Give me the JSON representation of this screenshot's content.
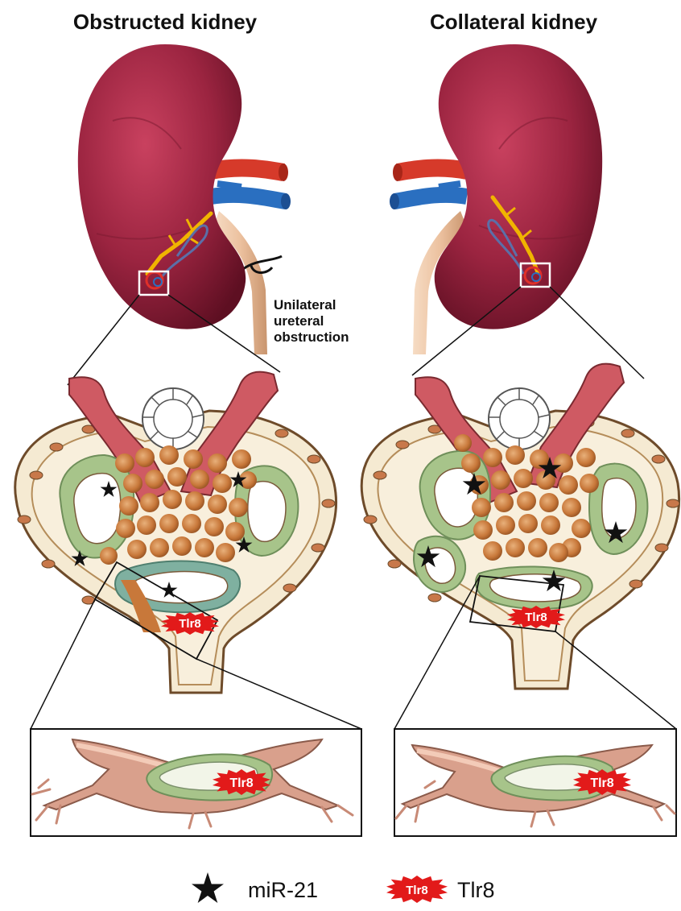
{
  "figure": {
    "left_title": "Obstructed kidney",
    "right_title": "Collateral kidney",
    "ligation_note": [
      "Unilateral",
      "ureteral",
      "obstruction"
    ],
    "tag_label": "Tlr8",
    "legend": {
      "mir21": "miR-21",
      "tlr8_badge": "Tlr8",
      "tlr8": "Tlr8"
    }
  },
  "colors": {
    "kidney": "#9b2440",
    "kidney_dark": "#5e0f22",
    "artery": "#d63a2a",
    "vein": "#2a6fc0",
    "ureter": "#ecc19f",
    "capillary": "#c85b5b",
    "mesangial_cell": "#c8783a",
    "capsule_fill": "#f5ead2",
    "podocyte_green": "#a7c48a",
    "star": "#111111",
    "tlr8_badge": "#e21a1a"
  }
}
